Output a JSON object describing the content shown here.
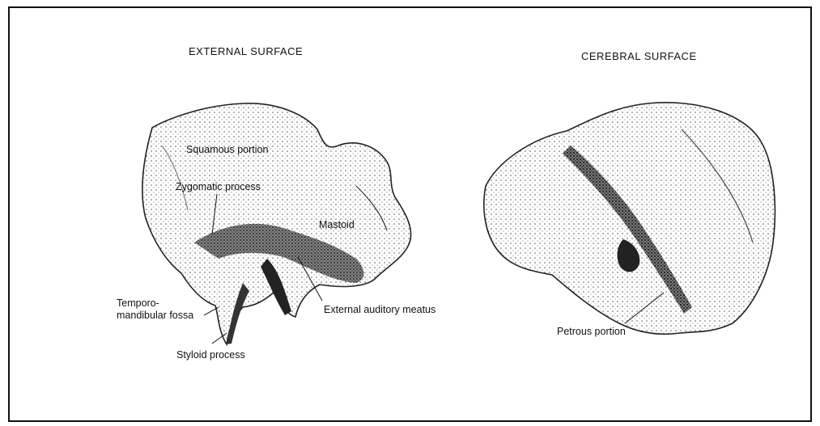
{
  "panels": {
    "external": {
      "title": "EXTERNAL SURFACE",
      "labels": {
        "squamous": "Squamous portion",
        "zygomatic": "Zygomatic process",
        "mastoid": "Mastoid",
        "temporo_line1": "Temporo-",
        "temporo_line2": "mandibular fossa",
        "auditory": "External auditory meatus",
        "styloid": "Styloid process"
      }
    },
    "cerebral": {
      "title": "CEREBRAL SURFACE",
      "labels": {
        "petrous": "Petrous portion"
      }
    }
  }
}
